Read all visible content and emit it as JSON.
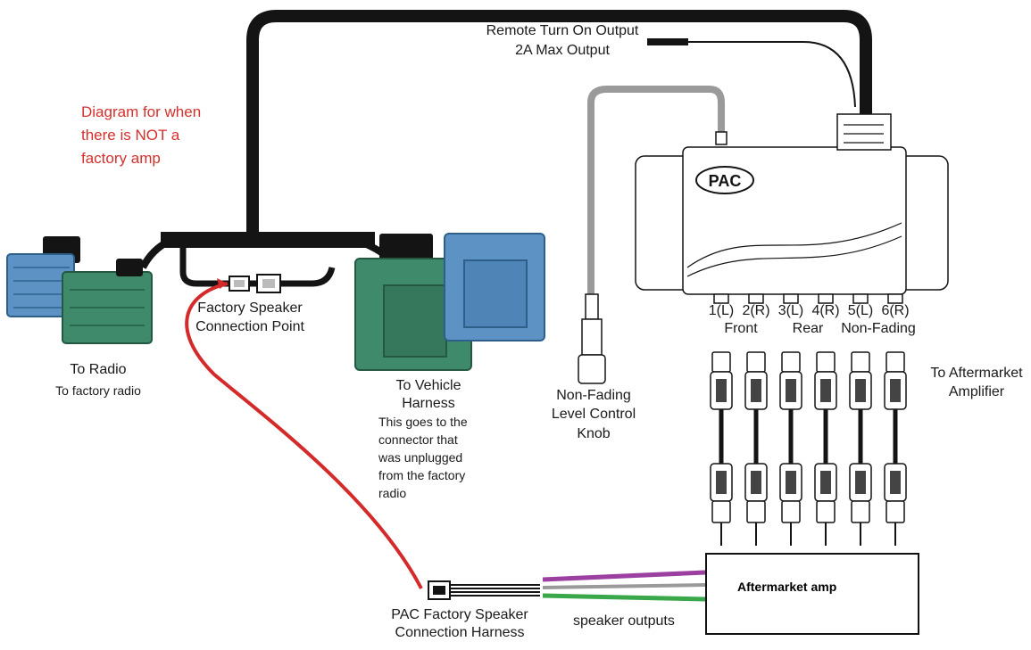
{
  "colors": {
    "harness_wire": "#141414",
    "red_wire": "#d42a2a",
    "gray_wire": "#9a9a9a",
    "purple_wire": "#9b3fa0",
    "green_wire": "#3aa84a",
    "blue_connector": "#5c93c4",
    "green_connector": "#3f8a6a",
    "note_red": "#d4312d"
  },
  "labels": {
    "remote_turn_on": "Remote Turn On Output",
    "max_output": "2A Max Output",
    "diagram_note_1": "Diagram for when",
    "diagram_note_2": "there is NOT a",
    "diagram_note_3": "factory amp",
    "factory_speaker_1": "Factory Speaker",
    "factory_speaker_2": "Connection Point",
    "to_radio": "To Radio",
    "to_factory_radio": "To factory radio",
    "to_vehicle_1": "To Vehicle",
    "to_vehicle_2": "Harness",
    "vehicle_note_1": "This goes to the",
    "vehicle_note_2": "connector that",
    "vehicle_note_3": "was unplugged",
    "vehicle_note_4": "from the factory",
    "vehicle_note_5": "radio",
    "knob_1": "Non-Fading",
    "knob_2": "Level Control",
    "knob_3": "Knob",
    "channels": [
      "1(L)",
      "2(R)",
      "3(L)",
      "4(R)",
      "5(L)",
      "6(R)"
    ],
    "front": "Front",
    "rear": "Rear",
    "non_fading": "Non-Fading",
    "to_aftermarket_1": "To Aftermarket",
    "to_aftermarket_2": "Amplifier",
    "pac_logo": "PAC",
    "aftermarket_amp": "Aftermarket amp",
    "pac_harness_1": "PAC Factory Speaker",
    "pac_harness_2": "Connection Harness",
    "speaker_outputs": "speaker outputs"
  }
}
